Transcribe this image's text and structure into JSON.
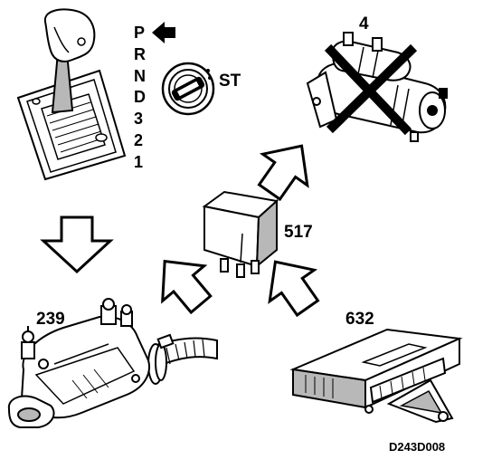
{
  "labels": {
    "starter_motor": "4",
    "relay": "517",
    "sensor": "239",
    "control_module": "632",
    "ignition_position": "ST",
    "figure_code": "D243D008"
  },
  "gear_positions": [
    "P",
    "R",
    "N",
    "D",
    "3",
    "2",
    "1"
  ],
  "colors": {
    "ink": "#000000",
    "paper": "#ffffff",
    "shade": "#b8b8b8"
  }
}
